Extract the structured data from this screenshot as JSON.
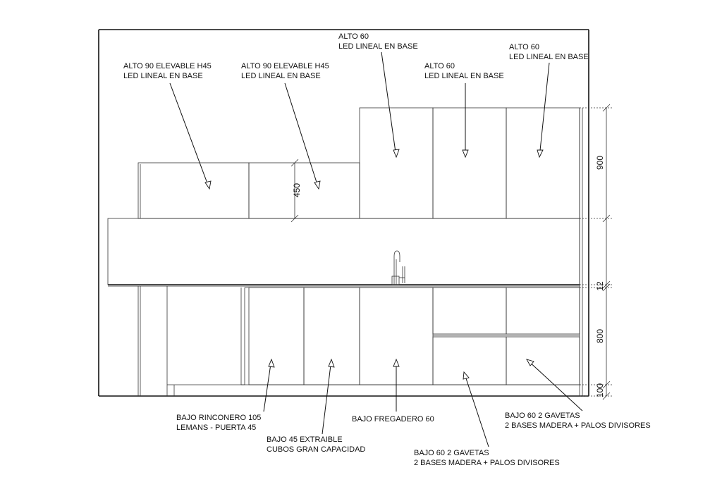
{
  "labels": {
    "upper_1": [
      "ALTO 90 ELEVABLE H45",
      "LED LINEAL EN BASE"
    ],
    "upper_2": [
      "ALTO 90 ELEVABLE H45",
      "LED LINEAL EN BASE"
    ],
    "upper_3": [
      "ALTO 60",
      "LED LINEAL EN BASE"
    ],
    "upper_4": [
      "ALTO 60",
      "LED LINEAL EN BASE"
    ],
    "upper_5": [
      "ALTO 60",
      "LED LINEAL EN BASE"
    ],
    "base_1": [
      "BAJO RINCONERO 105",
      "LEMANS - PUERTA 45"
    ],
    "base_2": [
      "BAJO 45 EXTRAIBLE",
      "CUBOS GRAN CAPACIDAD"
    ],
    "base_3": [
      "BAJO FREGADERO 60"
    ],
    "base_4": [
      "BAJO 60 2 GAVETAS",
      "2 BASES MADERA + PALOS DIVISORES"
    ],
    "base_5": [
      "BAJO 60 2 GAVETAS",
      "2 BASES MADERA + PALOS DIVISORES"
    ]
  },
  "dimensions": {
    "upper_lift": "450",
    "upper_height": "900",
    "countertop": "12",
    "base_height": "800",
    "plinth": "100"
  }
}
